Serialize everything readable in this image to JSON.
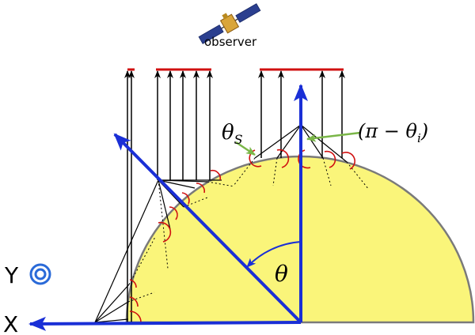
{
  "labels": {
    "observer": "observer",
    "theta_s": "θ",
    "theta_s_sub": "S",
    "pi_minus_theta_i": "(π − θ",
    "pi_minus_theta_i_sub": "i",
    "pi_minus_theta_i_close": ")",
    "theta": "θ",
    "axis_x": "X",
    "axis_y": "Y"
  },
  "colors": {
    "dome_fill": "#faf57a",
    "dome_stroke": "#7a7a7a",
    "axis_blue": "#1a2fd6",
    "ray_black": "#000000",
    "facet_red": "#d01010",
    "pointer_green": "#7ab648",
    "y_symbol": "#2a6ad8"
  },
  "icons": {
    "satellite": "satellite-icon",
    "y_axis_symbol": "out-of-page-axis-icon"
  }
}
